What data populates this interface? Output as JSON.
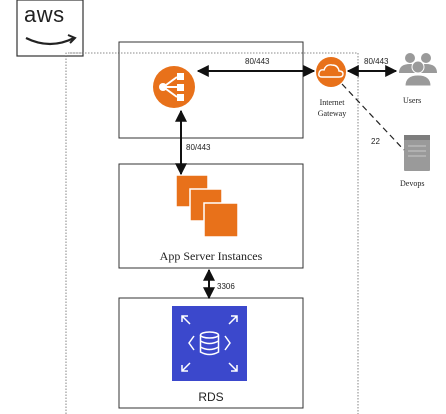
{
  "logo": {
    "text": "aws"
  },
  "nodes": {
    "load_balancer": {
      "icon": "load-balancer-icon",
      "color": "#E8711A"
    },
    "internet_gateway": {
      "icon": "internet-gateway-icon",
      "line1": "Internet",
      "line2": "Gateway",
      "color": "#E8711A"
    },
    "users": {
      "icon": "users-icon",
      "label": "Users",
      "color": "#9A9A9A"
    },
    "devops": {
      "icon": "server-icon",
      "label": "Devops",
      "color": "#9A9A9A"
    },
    "app_servers": {
      "icon": "ec2-instances-icon",
      "label": "App Server Instances",
      "color": "#E8711A"
    },
    "rds": {
      "icon": "rds-database-icon",
      "label": "RDS",
      "color": "#3B48CC"
    }
  },
  "connections": {
    "lb_to_gateway": "80/443",
    "gateway_to_users": "80/443",
    "lb_to_app": "80/443",
    "gateway_to_devops": "22",
    "app_to_rds": "3306"
  }
}
